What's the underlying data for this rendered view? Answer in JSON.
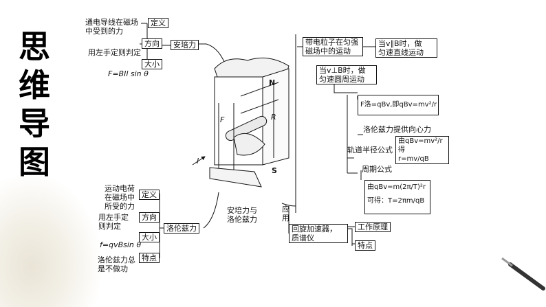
{
  "side_title": [
    "思",
    "维",
    "导",
    "图"
  ],
  "ampere": {
    "definition_text": [
      "通电导线在磁场",
      "中受到的力"
    ],
    "definition_tag": "定义",
    "direction_text": "用左手定则判定",
    "direction_tag": "方向",
    "magnitude_tag": "大小",
    "formula": "F=BIl sin θ",
    "node": "安培力"
  },
  "lorentz": {
    "definition_text": [
      "运动电荷",
      "在磁场中",
      "所受的力"
    ],
    "definition_tag": "定义",
    "direction_text": [
      "用左手定",
      "则判定"
    ],
    "direction_tag": "方向",
    "magnitude_tag": "大小",
    "formula": "f=qvBsin θ",
    "feature_text": [
      "洛伦兹力总",
      "是不做功"
    ],
    "feature_tag": "特点",
    "node": "洛伦兹力"
  },
  "center": {
    "caption": [
      "安培力与",
      "洛伦兹力"
    ],
    "label_F": "F",
    "label_N": "N",
    "label_R": "R",
    "label_S": "S",
    "label_I": "I",
    "app_label": [
      "应",
      "用"
    ]
  },
  "particle": {
    "node": [
      "带电粒子在匀强",
      "磁场中的运动"
    ],
    "parallel": [
      "当v∥B时，做",
      "匀速直线运动"
    ],
    "perpendicular": [
      "当v⊥B时，做",
      "匀速圆周运动"
    ],
    "force_eq": "F洛=qBv,即qBv=mv²/r",
    "centripetal": "洛伦兹力提供向心力",
    "radius_label": "轨道半径公式",
    "radius_eq": "由qBv=mv²/r得",
    "radius_result": "r=mv/qB",
    "period_label": "周期公式",
    "period_eq": "由qBv=m(2π/T)²r",
    "period_result": "可得：T=2πm/qB"
  },
  "application": {
    "node": [
      "回旋加速器，",
      "质谱仪"
    ],
    "principle": "工作原理",
    "feature": "特点"
  }
}
